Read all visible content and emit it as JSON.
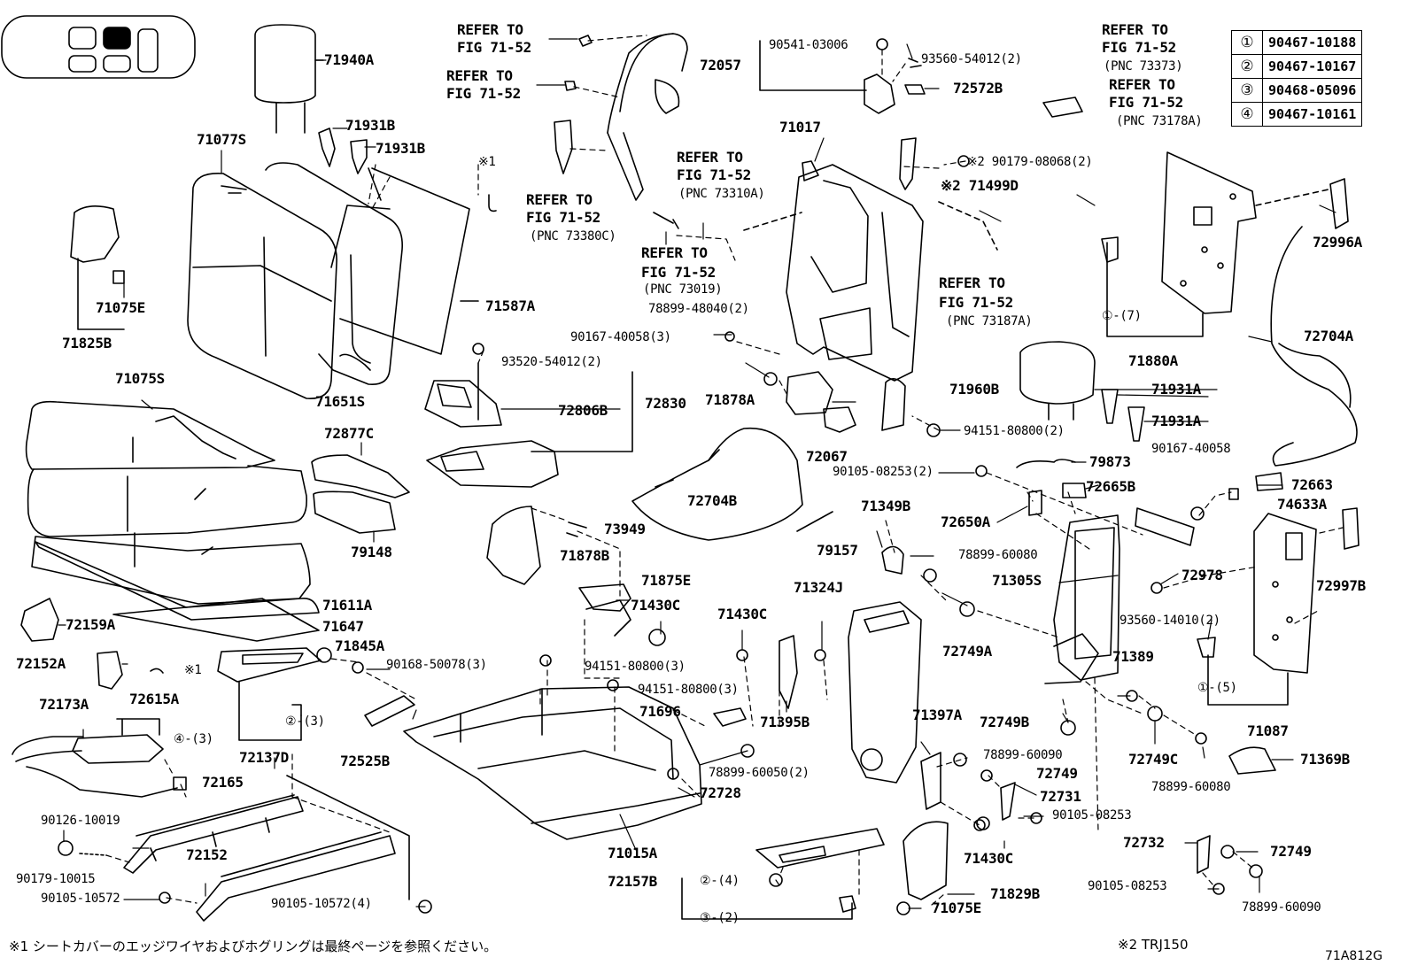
{
  "diagram_code": "71A812G",
  "footnote1": "※1 シートカバーのエッジワイヤおよびホグリングは最終ページを参照ください。",
  "footnote2": "※2 TRJ150",
  "legend": [
    {
      "key": "①",
      "part": "90467-10188"
    },
    {
      "key": "②",
      "part": "90467-10167"
    },
    {
      "key": "③",
      "part": "90468-05096"
    },
    {
      "key": "④",
      "part": "90467-10161"
    }
  ],
  "labels": [
    "71940A",
    "71931B",
    "71931B",
    "71077S",
    "※1",
    "71075E",
    "71825B",
    "71587A",
    "71651S",
    "71075S",
    "72877C",
    "79148",
    "71611A",
    "71647",
    "72159A",
    "72152A",
    "※1",
    "71845A",
    "90168-50078(3)",
    "72173A",
    "72615A",
    "④-(3)",
    "②-(3)",
    "72137D",
    "72525B",
    "72165",
    "90126-10019",
    "90179-10015",
    "72152",
    "90105-10572",
    "90105-10572(4)",
    "REFER TO",
    "FIG 71-52",
    "REFER TO",
    "FIG 71-52",
    "REFER TO",
    "FIG 71-52",
    "(PNC 73310A)",
    "REFER TO",
    "FIG 71-52",
    "(PNC 73380C)",
    "REFER TO",
    "FIG 71-52",
    "(PNC 73019)",
    "78899-48040(2)",
    "90167-40058(3)",
    "93520-54012(2)",
    "72806B",
    "72830",
    "73949",
    "71878B",
    "72704B",
    "90541-03006",
    "72057",
    "93560-54012(2)",
    "72572B",
    "71017",
    "71878A",
    "72067",
    "REFER TO",
    "FIG 71-52",
    "(PNC 73187A)",
    "※2 90179-08068(2)",
    "※2 71499D",
    "94151-80800(2)",
    "REFER TO",
    "FIG 71-52",
    "(PNC 73373)",
    "REFER TO",
    "FIG 71-52",
    "(PNC 73178A)",
    "72996A",
    "①-(7)",
    "71880A",
    "72704A",
    "71960B",
    "71931A",
    "71931A",
    "90167-40058",
    "90105-08253(2)",
    "79873",
    "72665B",
    "72663",
    "74633A",
    "72650A",
    "71349B",
    "78899-60080",
    "79157",
    "71324J",
    "71305S",
    "72978",
    "72997B",
    "93560-14010(2)",
    "71430C",
    "71875E",
    "71430C",
    "94151-80800(3)",
    "94151-80800(3)",
    "71696",
    "71395B",
    "78899-60050(2)",
    "72728",
    "71015A",
    "72157B",
    "②-(4)",
    "③-(2)",
    "72749A",
    "71389",
    "①-(5)",
    "71087",
    "71397A",
    "72749B",
    "78899-60090",
    "72749",
    "72749C",
    "78899-60080",
    "71369B",
    "72731",
    "90105-08253",
    "71430C",
    "72732",
    "72749",
    "90105-08253",
    "78899-60090",
    "71829B",
    "71075E"
  ]
}
